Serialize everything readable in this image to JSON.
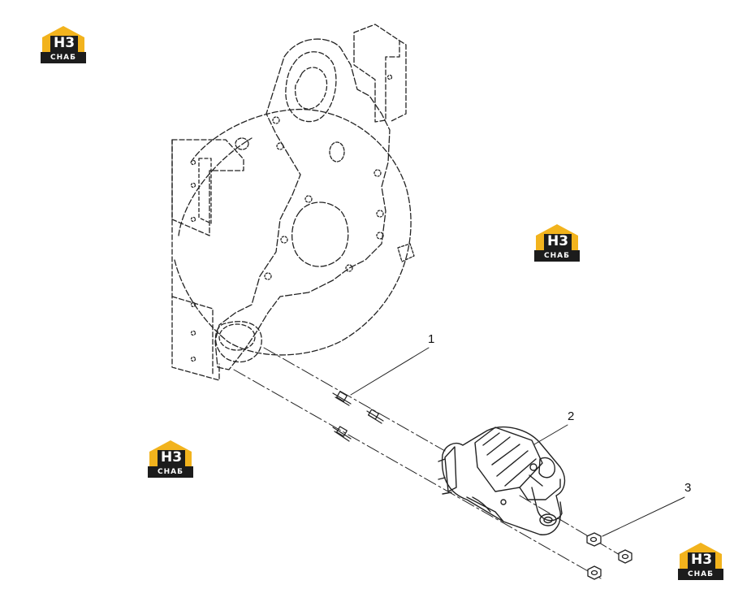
{
  "callouts": {
    "c1": "1",
    "c2": "2",
    "c3": "3"
  },
  "logo": {
    "top_text": "H3",
    "bottom_text": "СНАБ",
    "accent_color": "#f2b31d",
    "dark_color": "#1c1c1c"
  },
  "parts": {
    "flywheel_housing": "flywheel-housing",
    "starter": "starter-motor",
    "studs": "stud",
    "nuts": "nut"
  }
}
